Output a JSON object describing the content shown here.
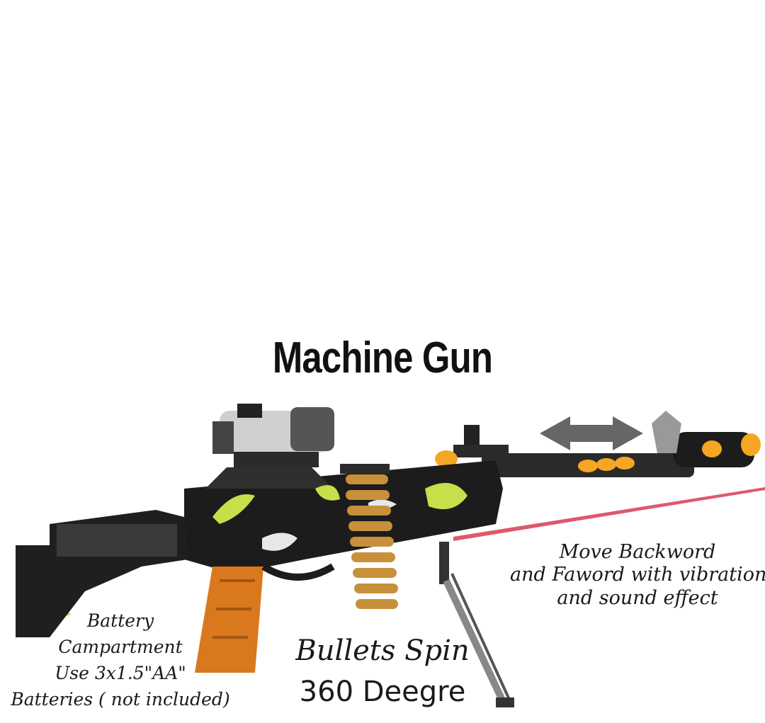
{
  "image": {
    "title": "Machine Gun",
    "callouts": {
      "move": [
        "Move Backword",
        "and Faword  with vibration",
        "and sound effect"
      ],
      "battery": [
        "Battery",
        "Campartment",
        "Use 3x1.5\"AA\"",
        "Batteries ( not included)"
      ],
      "bullets": [
        "Bullets Spin",
        "360 Deegre"
      ]
    },
    "colors": {
      "body": "#1c1c1c",
      "camo_green": "#c8de4a",
      "grip_orange": "#d9781d",
      "bullets": "#c8903a",
      "laser": "#d4203a",
      "arrow": "#666666",
      "lights": "#f5a623"
    }
  }
}
